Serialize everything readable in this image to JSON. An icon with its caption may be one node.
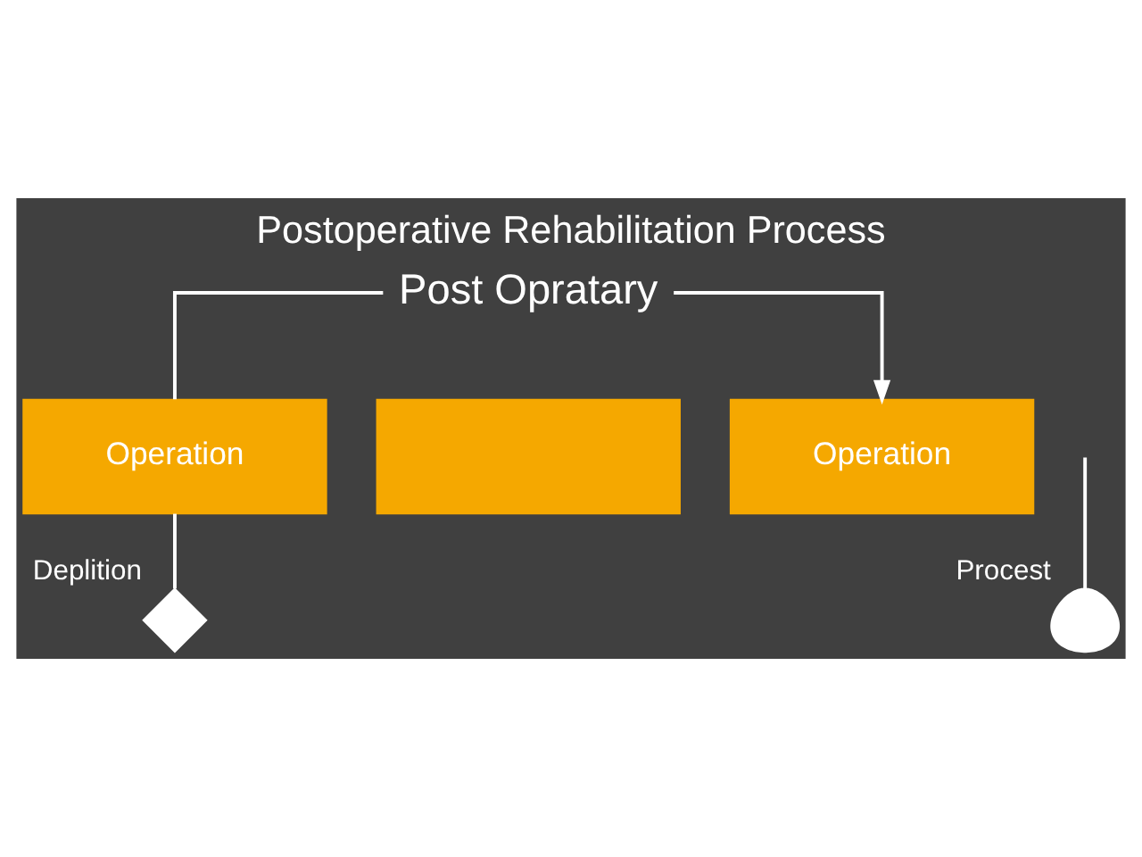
{
  "diagram": {
    "title": "Postoperative Rehabilitation Process",
    "nodes": [
      {
        "text": [
          "Post Opratary"
        ]
      },
      {
        "text": [
          "Operation"
        ]
      },
      {
        "text": [],
        "shape": "box"
      },
      {
        "text": [
          "Operation"
        ]
      },
      {
        "text": [],
        "shape": "diamond",
        "beside": [
          "Deplition"
        ]
      },
      {
        "text": [],
        "shape": "person",
        "beside": [
          "Procest"
        ]
      }
    ],
    "edges": [
      {
        "from": 0,
        "to": 1,
        "arrow": "none"
      },
      {
        "from": 0,
        "to": 3,
        "arrow": "to"
      },
      {
        "from": 1,
        "to": 4,
        "arrow": "none"
      },
      {
        "from": null,
        "to": 5,
        "arrow": "none"
      }
    ]
  }
}
